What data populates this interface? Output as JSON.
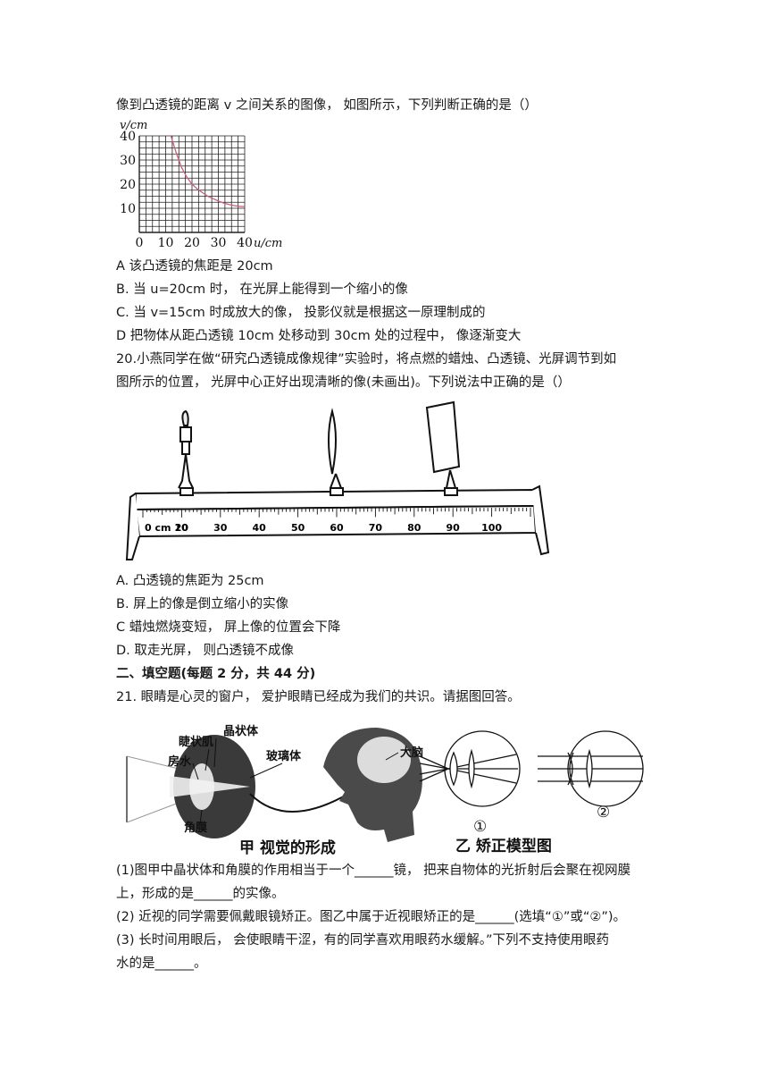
{
  "q19": {
    "stem_tail": "像到凸透镜的距离 v 之间关系的图像，  如图所示，下列判断正确的是（）",
    "options": [
      "A  该凸透镜的焦距是 20cm",
      "B. 当 u=20cm 时，  在光屏上能得到一个缩小的像",
      "C. 当 v=15cm 时成放大的像，  投影仪就是根据这一原理制成的",
      "D  把物体从距凸透镜  10cm 处移动到 30cm 处的过程中，  像逐渐变大"
    ]
  },
  "chart_data": {
    "type": "line",
    "xlabel": "u/cm",
    "ylabel": "v/cm",
    "x_ticks": [
      "0",
      "10",
      "20",
      "30",
      "40"
    ],
    "y_ticks": [
      "10",
      "20",
      "30",
      "40"
    ],
    "xlim": [
      0,
      40
    ],
    "ylim": [
      0,
      40
    ],
    "grid": true,
    "series": [
      {
        "color": "#c9607a",
        "x": [
          12,
          14,
          16,
          18,
          20,
          22,
          24,
          26,
          28,
          30,
          32,
          34,
          36,
          38,
          40
        ],
        "y": [
          40,
          33,
          27,
          23,
          20,
          18,
          16.5,
          15,
          14,
          13,
          12.2,
          11.6,
          11.1,
          10.8,
          10.7
        ]
      }
    ]
  },
  "q20": {
    "stem_line1": "20.小燕同学在做“研究凸透镜成像规律”实验时，将点燃的蜡烛、凸透镜、光屏调节到如",
    "stem_line2": "图所示的位置，  光屏中心正好出现清晰的像(未画出)。下列说法中正确的是（）",
    "ruler_labels": [
      "0 cm 10",
      "20",
      "30",
      "40",
      "50",
      "60",
      "70",
      "80",
      "90",
      "100"
    ],
    "options": [
      "A.  凸透镜的焦距为 25cm",
      "B.  屏上的像是倒立缩小的实像",
      "C  蜡烛燃烧变短，  屏上像的位置会下降",
      "D.  取走光屏，  则凸透镜不成像"
    ]
  },
  "section2": {
    "heading": "二、填空题(每题 2 分，共 44  分)"
  },
  "q21": {
    "stem": "21.  眼睛是心灵的窗户，  爱护眼睛已经成为我们的共识。请据图回答。",
    "figure": {
      "labels": {
        "ciliary": "睫状肌",
        "lens": "晶状体",
        "aqueous": "房水",
        "vitreous": "玻璃体",
        "brain": "大脑",
        "cornea": "角膜"
      },
      "caption_left": "甲  视觉的形成",
      "caption_right": "乙  矫正模型图",
      "model1": "①",
      "model2": "②"
    },
    "p1_line1": "(1)图甲中晶状体和角膜的作用相当于一个______镜，  把来自物体的光折射后会聚在视网膜",
    "p1_line2": "上，形成的是______的实像。",
    "p2": "(2)  近视的同学需要佩戴眼镜矫正。图乙中属于近视眼矫正的是______(选填“①”或“②”)。",
    "p3_line1": "(3)  长时间用眼后，  会使眼睛干涩，有的同学喜欢用眼药水缓解。”下列不支持使用眼药",
    "p3_line2": "水的是______。"
  }
}
